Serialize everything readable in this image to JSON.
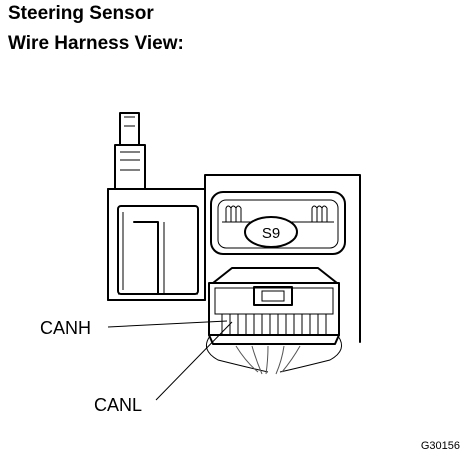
{
  "title": {
    "line1": "Steering Sensor",
    "line2": "Wire Harness View:"
  },
  "connector": {
    "id": "S9"
  },
  "labels": {
    "canh": "CANH",
    "canl": "CANL"
  },
  "figure_code": "G30156",
  "colors": {
    "line": "#000000",
    "background": "#ffffff"
  }
}
